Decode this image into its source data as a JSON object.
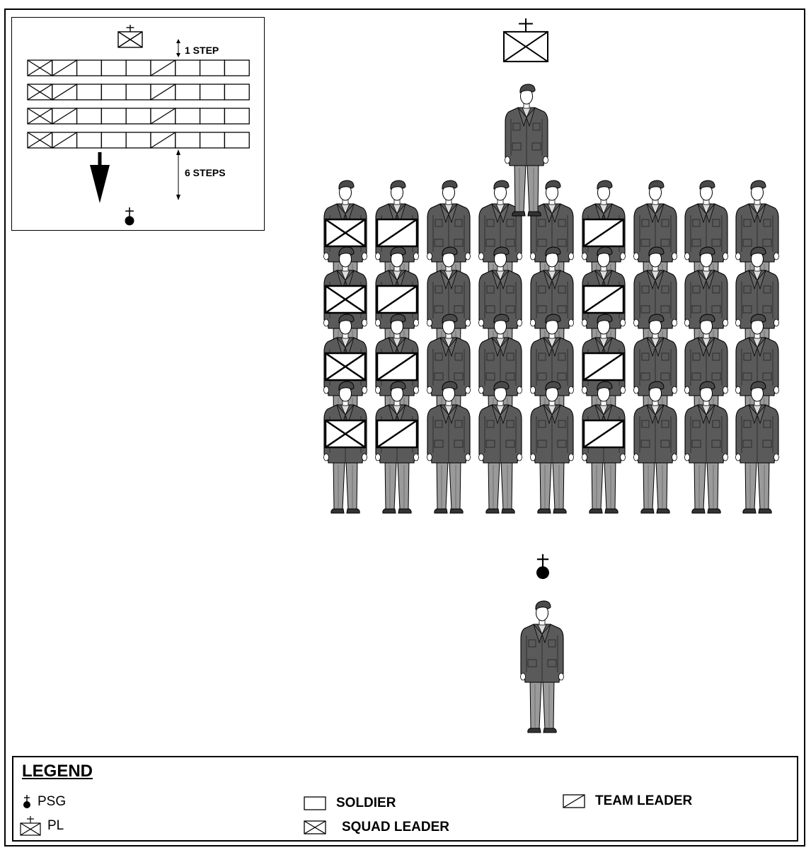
{
  "inset": {
    "one_step_label": "1 STEP",
    "six_steps_label": "6 STEPS",
    "rows": [
      [
        "squad_leader",
        "team_leader",
        "soldier",
        "soldier",
        "soldier",
        "team_leader",
        "soldier",
        "soldier",
        "soldier"
      ],
      [
        "squad_leader",
        "team_leader",
        "soldier",
        "soldier",
        "soldier",
        "team_leader",
        "soldier",
        "soldier",
        "soldier"
      ],
      [
        "squad_leader",
        "team_leader",
        "soldier",
        "soldier",
        "soldier",
        "team_leader",
        "soldier",
        "soldier",
        "soldier"
      ],
      [
        "squad_leader",
        "team_leader",
        "soldier",
        "soldier",
        "soldier",
        "team_leader",
        "soldier",
        "soldier",
        "soldier"
      ]
    ]
  },
  "formation": {
    "ranks": 4,
    "files": 9,
    "rows": [
      [
        "squad_leader",
        "team_leader",
        "soldier",
        "soldier",
        "soldier",
        "team_leader",
        "soldier",
        "soldier",
        "soldier"
      ],
      [
        "squad_leader",
        "team_leader",
        "soldier",
        "soldier",
        "soldier",
        "team_leader",
        "soldier",
        "soldier",
        "soldier"
      ],
      [
        "squad_leader",
        "team_leader",
        "soldier",
        "soldier",
        "soldier",
        "team_leader",
        "soldier",
        "soldier",
        "soldier"
      ],
      [
        "squad_leader",
        "team_leader",
        "soldier",
        "soldier",
        "soldier",
        "team_leader",
        "soldier",
        "soldier",
        "soldier"
      ]
    ]
  },
  "colors": {
    "uniform_coat": "#5a5a5a",
    "uniform_trousers": "#9a9a9a",
    "beret": "#4a4a4a",
    "skin": "#ffffff",
    "outline": "#000000"
  },
  "legend": {
    "title": "LEGEND",
    "psg": "PSG",
    "pl": "PL",
    "soldier": "SOLDIER",
    "squad_leader": "SQUAD LEADER",
    "team_leader": "TEAM LEADER"
  }
}
